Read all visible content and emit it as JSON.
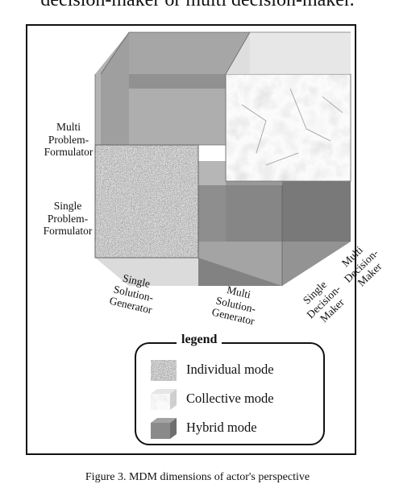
{
  "page": {
    "top_caption": "decision-maker or multi decision-maker.",
    "bottom_caption": "Figure 3.  MDM dimensions of actor's perspective"
  },
  "axes": {
    "problem_formulator": {
      "multi": [
        "Multi",
        "Problem-",
        "Formulator"
      ],
      "single": [
        "Single",
        "Problem-",
        "Formulator"
      ]
    },
    "solution_generator": {
      "single": [
        "Single",
        "Solution-",
        "Generator"
      ],
      "multi": [
        "Multi",
        "Solution-",
        "Generator"
      ]
    },
    "decision_maker": {
      "single": [
        "Single",
        "Decision-",
        "Maker"
      ],
      "multi": [
        "Multi",
        "Decision-",
        "Maker"
      ]
    }
  },
  "legend": {
    "title": "legend",
    "items": [
      {
        "label": "Individual mode",
        "pattern": "granite"
      },
      {
        "label": "Collective mode",
        "pattern": "marble"
      },
      {
        "label": "Hybrid mode",
        "pattern": "gray"
      }
    ]
  },
  "colors": {
    "hybrid_gray": "#8a8a8a",
    "marble_base": "#eeeeee",
    "granite_base": "#b5b5b5"
  }
}
